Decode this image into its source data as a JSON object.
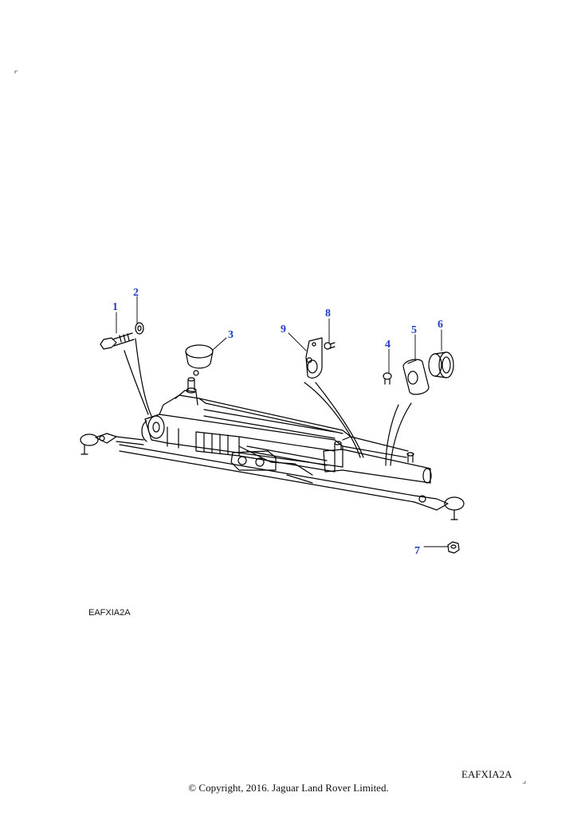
{
  "callouts": [
    {
      "id": "1",
      "label": "1"
    },
    {
      "id": "2",
      "label": "2"
    },
    {
      "id": "3",
      "label": "3"
    },
    {
      "id": "4",
      "label": "4"
    },
    {
      "id": "5",
      "label": "5"
    },
    {
      "id": "6",
      "label": "6"
    },
    {
      "id": "7",
      "label": "7"
    },
    {
      "id": "8",
      "label": "8"
    },
    {
      "id": "9",
      "label": "9"
    }
  ],
  "illustration_code_inner": "EAFXIA2A",
  "illustration_code_outer": "EAFXIA2A",
  "copyright": "© Copyright, 2016. Jaguar Land Rover Limited.",
  "colors": {
    "callout": "#1f3fbf",
    "line": "#000000"
  }
}
